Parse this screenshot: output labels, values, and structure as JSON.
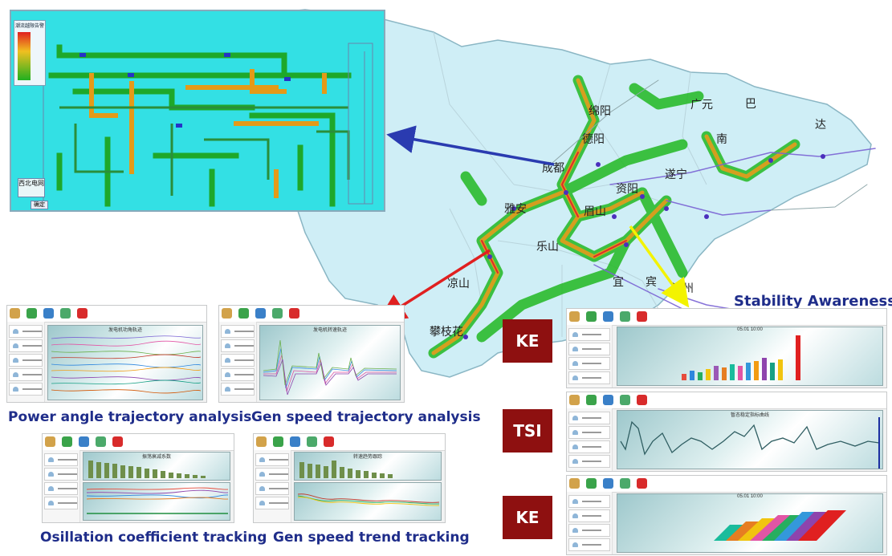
{
  "map": {
    "labels": [
      "绵阳",
      "广元",
      "巴",
      "德阳",
      "南",
      "达",
      "成都",
      "遂宁",
      "资阳",
      "雅安",
      "眉山",
      "乐山",
      "凉山",
      "宜",
      "宾",
      "泸州",
      "攀枝花"
    ]
  },
  "substation_panel": {
    "legend_title": "潮流越限告警",
    "footer_label": "西北电网",
    "corner_button": "确定"
  },
  "captions": {
    "stability": "Stability Awareness",
    "power_angle": "Power angle trajectory analysis",
    "gen_speed": "Gen speed trajectory analysis",
    "oscillation": "Osillation coefficient tracking",
    "gen_trend": "Gen speed trend tracking"
  },
  "badges": {
    "ke_top": "KE",
    "tsi": "TSI",
    "ke_bottom": "KE"
  },
  "panels": {
    "power_angle_title": "发电机功角轨迹",
    "gen_speed_title": "发电机转速轨迹",
    "osc_title": "振荡衰减系数",
    "trend_title": "转速趋势跟踪",
    "ke_time": "05.01 10:00",
    "tsi_title": "暂态稳定指标曲线"
  },
  "colors": {
    "caption": "#1f2d8a",
    "badge": "#8e1010",
    "map_fill": "#cfeef6",
    "blue_arrow": "#2a3bb0",
    "red_arrow": "#e02020",
    "yellow_arrow": "#f3f300"
  }
}
